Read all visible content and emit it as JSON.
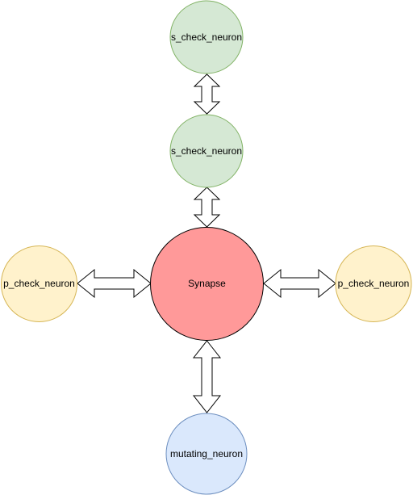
{
  "diagram": {
    "nodes": {
      "synapse": {
        "label": "Synapse",
        "fill": "#FF9999",
        "stroke": "#000000"
      },
      "s_check_top": {
        "label": "s_check_neuron",
        "fill": "#D5E8D4",
        "stroke": "#82B366"
      },
      "s_check_mid": {
        "label": "s_check_neuron",
        "fill": "#D5E8D4",
        "stroke": "#82B366"
      },
      "p_check_left": {
        "label": "p_check_neuron",
        "fill": "#FFF2CC",
        "stroke": "#D6B656"
      },
      "p_check_right": {
        "label": "p_check_neuron",
        "fill": "#FFF2CC",
        "stroke": "#D6B656"
      },
      "mutating": {
        "label": "mutating_neuron",
        "fill": "#DAE8FC",
        "stroke": "#6C8EBF"
      }
    },
    "edges": [
      {
        "from": "s_check_top",
        "to": "s_check_mid",
        "type": "bidirectional"
      },
      {
        "from": "s_check_mid",
        "to": "synapse",
        "type": "bidirectional"
      },
      {
        "from": "p_check_left",
        "to": "synapse",
        "type": "bidirectional"
      },
      {
        "from": "synapse",
        "to": "p_check_right",
        "type": "bidirectional"
      },
      {
        "from": "synapse",
        "to": "mutating",
        "type": "bidirectional"
      }
    ]
  }
}
